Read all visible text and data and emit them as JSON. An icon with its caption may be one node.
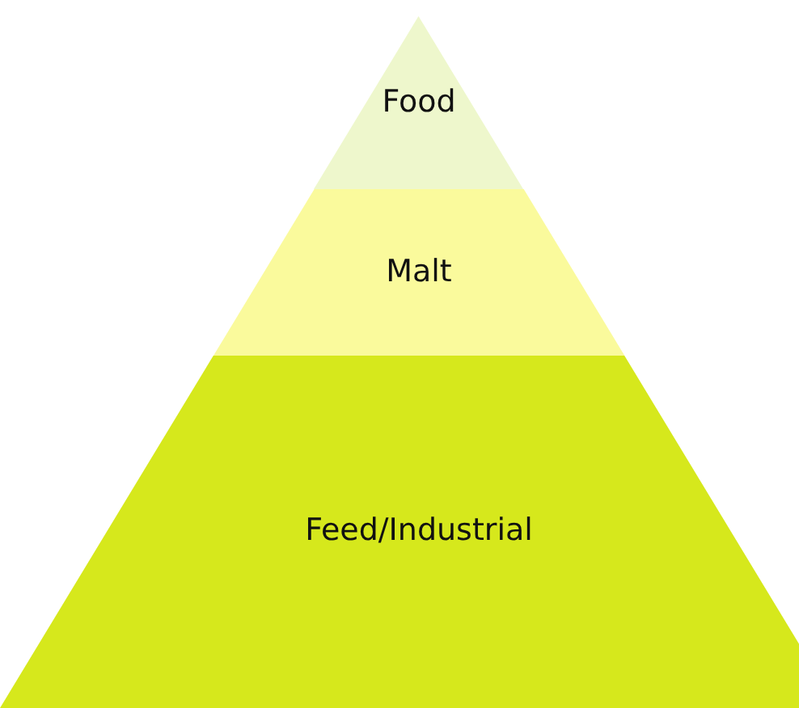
{
  "diagram": {
    "nodes": [
      {
        "text": [
          "Food"
        ]
      },
      {
        "text": [
          "Malt"
        ]
      },
      {
        "text": [
          "Feed/Industrial"
        ]
      }
    ]
  }
}
